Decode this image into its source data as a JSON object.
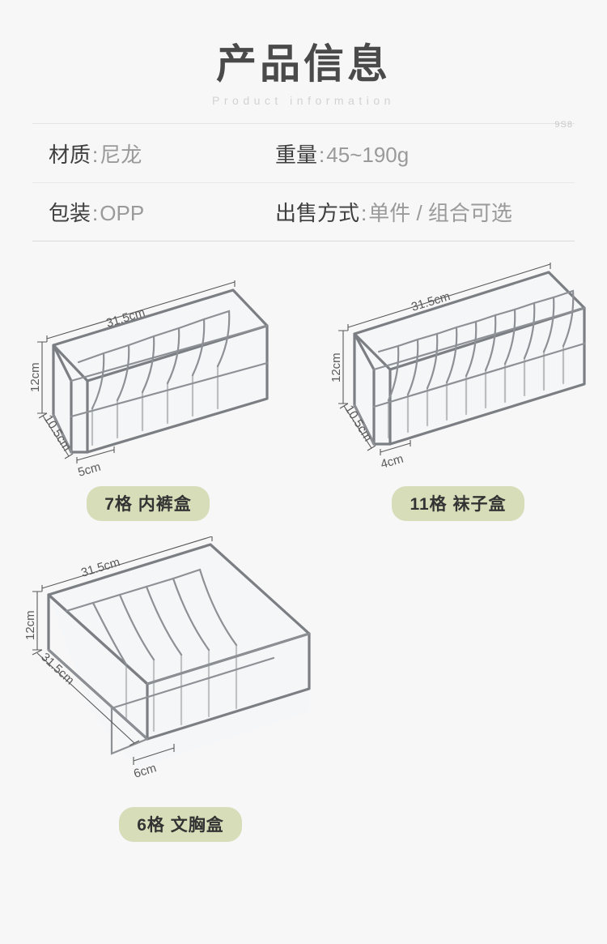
{
  "header": {
    "title": "产品信息",
    "subtitle": "Product information",
    "code": "9S8"
  },
  "spec_table": {
    "rows": [
      [
        {
          "label": "材质",
          "separator": ":",
          "value": "尼龙"
        },
        {
          "label": "重量",
          "separator": ":",
          "value": "45~190g"
        }
      ],
      [
        {
          "label": "包装",
          "separator": ":",
          "value": "OPP"
        },
        {
          "label": "出售方式",
          "separator": ":",
          "value": "单件 / 组合可选"
        }
      ]
    ]
  },
  "products": [
    {
      "id": "underwear-box",
      "badge": "7格 内裤盒",
      "compartments": 7,
      "dimensions": {
        "length": "31.5cm",
        "height": "12cm",
        "depth": "10.5cm",
        "cell_width": "5cm"
      }
    },
    {
      "id": "socks-box",
      "badge": "11格 袜子盒",
      "compartments": 11,
      "dimensions": {
        "length": "31.5cm",
        "height": "12cm",
        "depth": "10.5cm",
        "cell_width": "4cm"
      }
    },
    {
      "id": "bra-box",
      "badge": "6格 文胸盒",
      "compartments": 6,
      "dimensions": {
        "length": "31.5cm",
        "height": "12cm",
        "depth": "31.5cm",
        "cell_width": "6cm"
      }
    }
  ],
  "colors": {
    "background": "#f7f7f7",
    "badge": "#d8ddb9",
    "title": "#4a4a4a",
    "subtitle": "#d2d2d2",
    "spec_label": "#3f3f3f",
    "spec_value": "#9a9a9a",
    "divider": "#e8e8e8",
    "frame": "#7b7f84"
  }
}
